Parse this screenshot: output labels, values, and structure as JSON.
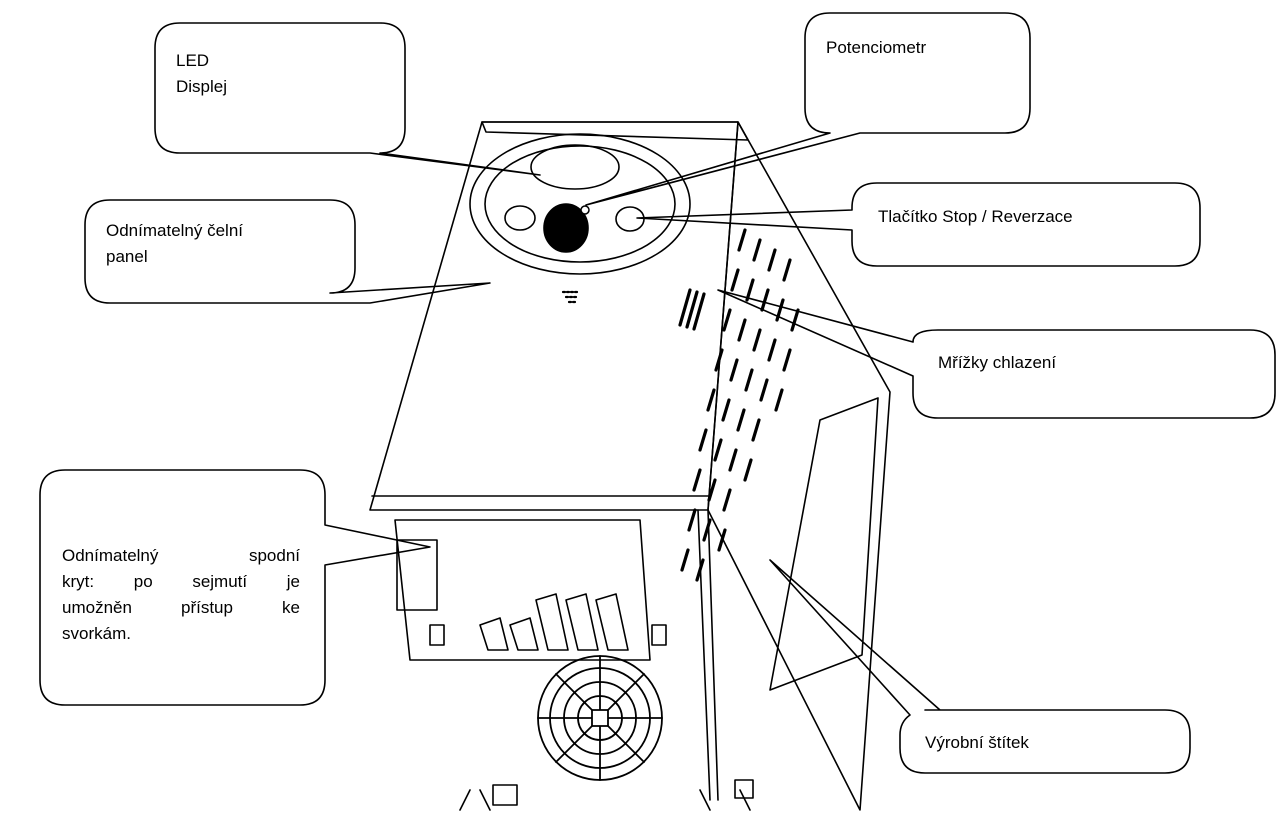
{
  "labels": {
    "led_display": [
      "LED",
      "Displej"
    ],
    "potentiometer": "Potenciometr",
    "stop_reverse_button": "Tlačítko Stop / Reverzace",
    "front_panel": [
      "Odnímatelný čelní",
      "panel"
    ],
    "cooling_grilles": "Mřížky chlazení",
    "bottom_cover": [
      [
        "Odnímatelný",
        "spodní"
      ],
      [
        "kryt:",
        "po",
        "sejmutí",
        "je"
      ],
      [
        "umožněn",
        "přístup",
        "ke"
      ],
      [
        "svorkám."
      ]
    ],
    "nameplate": "Výrobní štítek"
  }
}
